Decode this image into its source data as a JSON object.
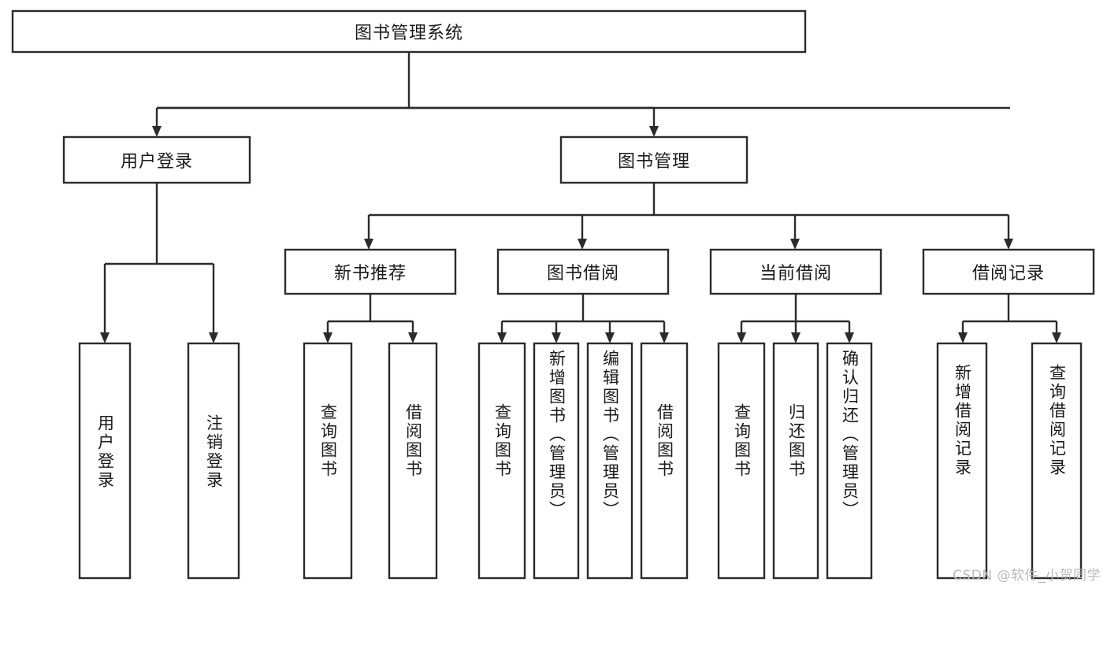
{
  "diagram": {
    "type": "tree",
    "title": "图书管理系统",
    "orientation": "top-down",
    "watermark": "CSDN @软件_小贺同学",
    "colors": {
      "box_stroke": "#2b2b2b",
      "box_fill": "#ffffff",
      "connector": "#2b2b2b",
      "text": "#1a1a1a",
      "background": "#ffffff",
      "watermark": "#b9b9b9"
    },
    "nodes": {
      "root": {
        "label": "图书管理系统",
        "level": 0,
        "orientation": "horizontal"
      },
      "l1": [
        {
          "id": "user-login",
          "label": "用户登录",
          "level": 1,
          "orientation": "horizontal"
        },
        {
          "id": "book-manage",
          "label": "图书管理",
          "level": 1,
          "orientation": "horizontal"
        }
      ],
      "l2": [
        {
          "id": "new-book-recommend",
          "label": "新书推荐",
          "level": 2,
          "orientation": "horizontal",
          "parent": "book-manage"
        },
        {
          "id": "book-borrow",
          "label": "图书借阅",
          "level": 2,
          "orientation": "horizontal",
          "parent": "book-manage"
        },
        {
          "id": "current-borrow",
          "label": "当前借阅",
          "level": 2,
          "orientation": "horizontal",
          "parent": "book-manage"
        },
        {
          "id": "borrow-record",
          "label": "借阅记录",
          "level": 2,
          "orientation": "horizontal",
          "parent": "book-manage"
        }
      ],
      "leaves": [
        {
          "id": "leaf-user-login",
          "label": "用户登录",
          "orientation": "vertical",
          "parent": "user-login"
        },
        {
          "id": "leaf-logout",
          "label": "注销登录",
          "orientation": "vertical",
          "parent": "user-login"
        },
        {
          "id": "leaf-query-book-1",
          "label": "查询图书",
          "orientation": "vertical",
          "parent": "new-book-recommend"
        },
        {
          "id": "leaf-borrow-book-1",
          "label": "借阅图书",
          "orientation": "vertical",
          "parent": "new-book-recommend"
        },
        {
          "id": "leaf-query-book-2",
          "label": "查询图书",
          "orientation": "vertical",
          "parent": "book-borrow"
        },
        {
          "id": "leaf-add-book",
          "label": "新增图书（管理员）",
          "orientation": "vertical",
          "parent": "book-borrow"
        },
        {
          "id": "leaf-edit-book",
          "label": "编辑图书（管理员）",
          "orientation": "vertical",
          "parent": "book-borrow"
        },
        {
          "id": "leaf-borrow-book-2",
          "label": "借阅图书",
          "orientation": "vertical",
          "parent": "book-borrow"
        },
        {
          "id": "leaf-query-book-3",
          "label": "查询图书",
          "orientation": "vertical",
          "parent": "current-borrow"
        },
        {
          "id": "leaf-return-book",
          "label": "归还图书",
          "orientation": "vertical",
          "parent": "current-borrow"
        },
        {
          "id": "leaf-confirm-return",
          "label": "确认归还（管理员）",
          "orientation": "vertical",
          "parent": "current-borrow"
        },
        {
          "id": "leaf-add-record",
          "label": "新增借阅记录",
          "orientation": "vertical",
          "parent": "borrow-record"
        },
        {
          "id": "leaf-query-record",
          "label": "查询借阅记录",
          "orientation": "vertical",
          "parent": "borrow-record"
        }
      ]
    }
  }
}
